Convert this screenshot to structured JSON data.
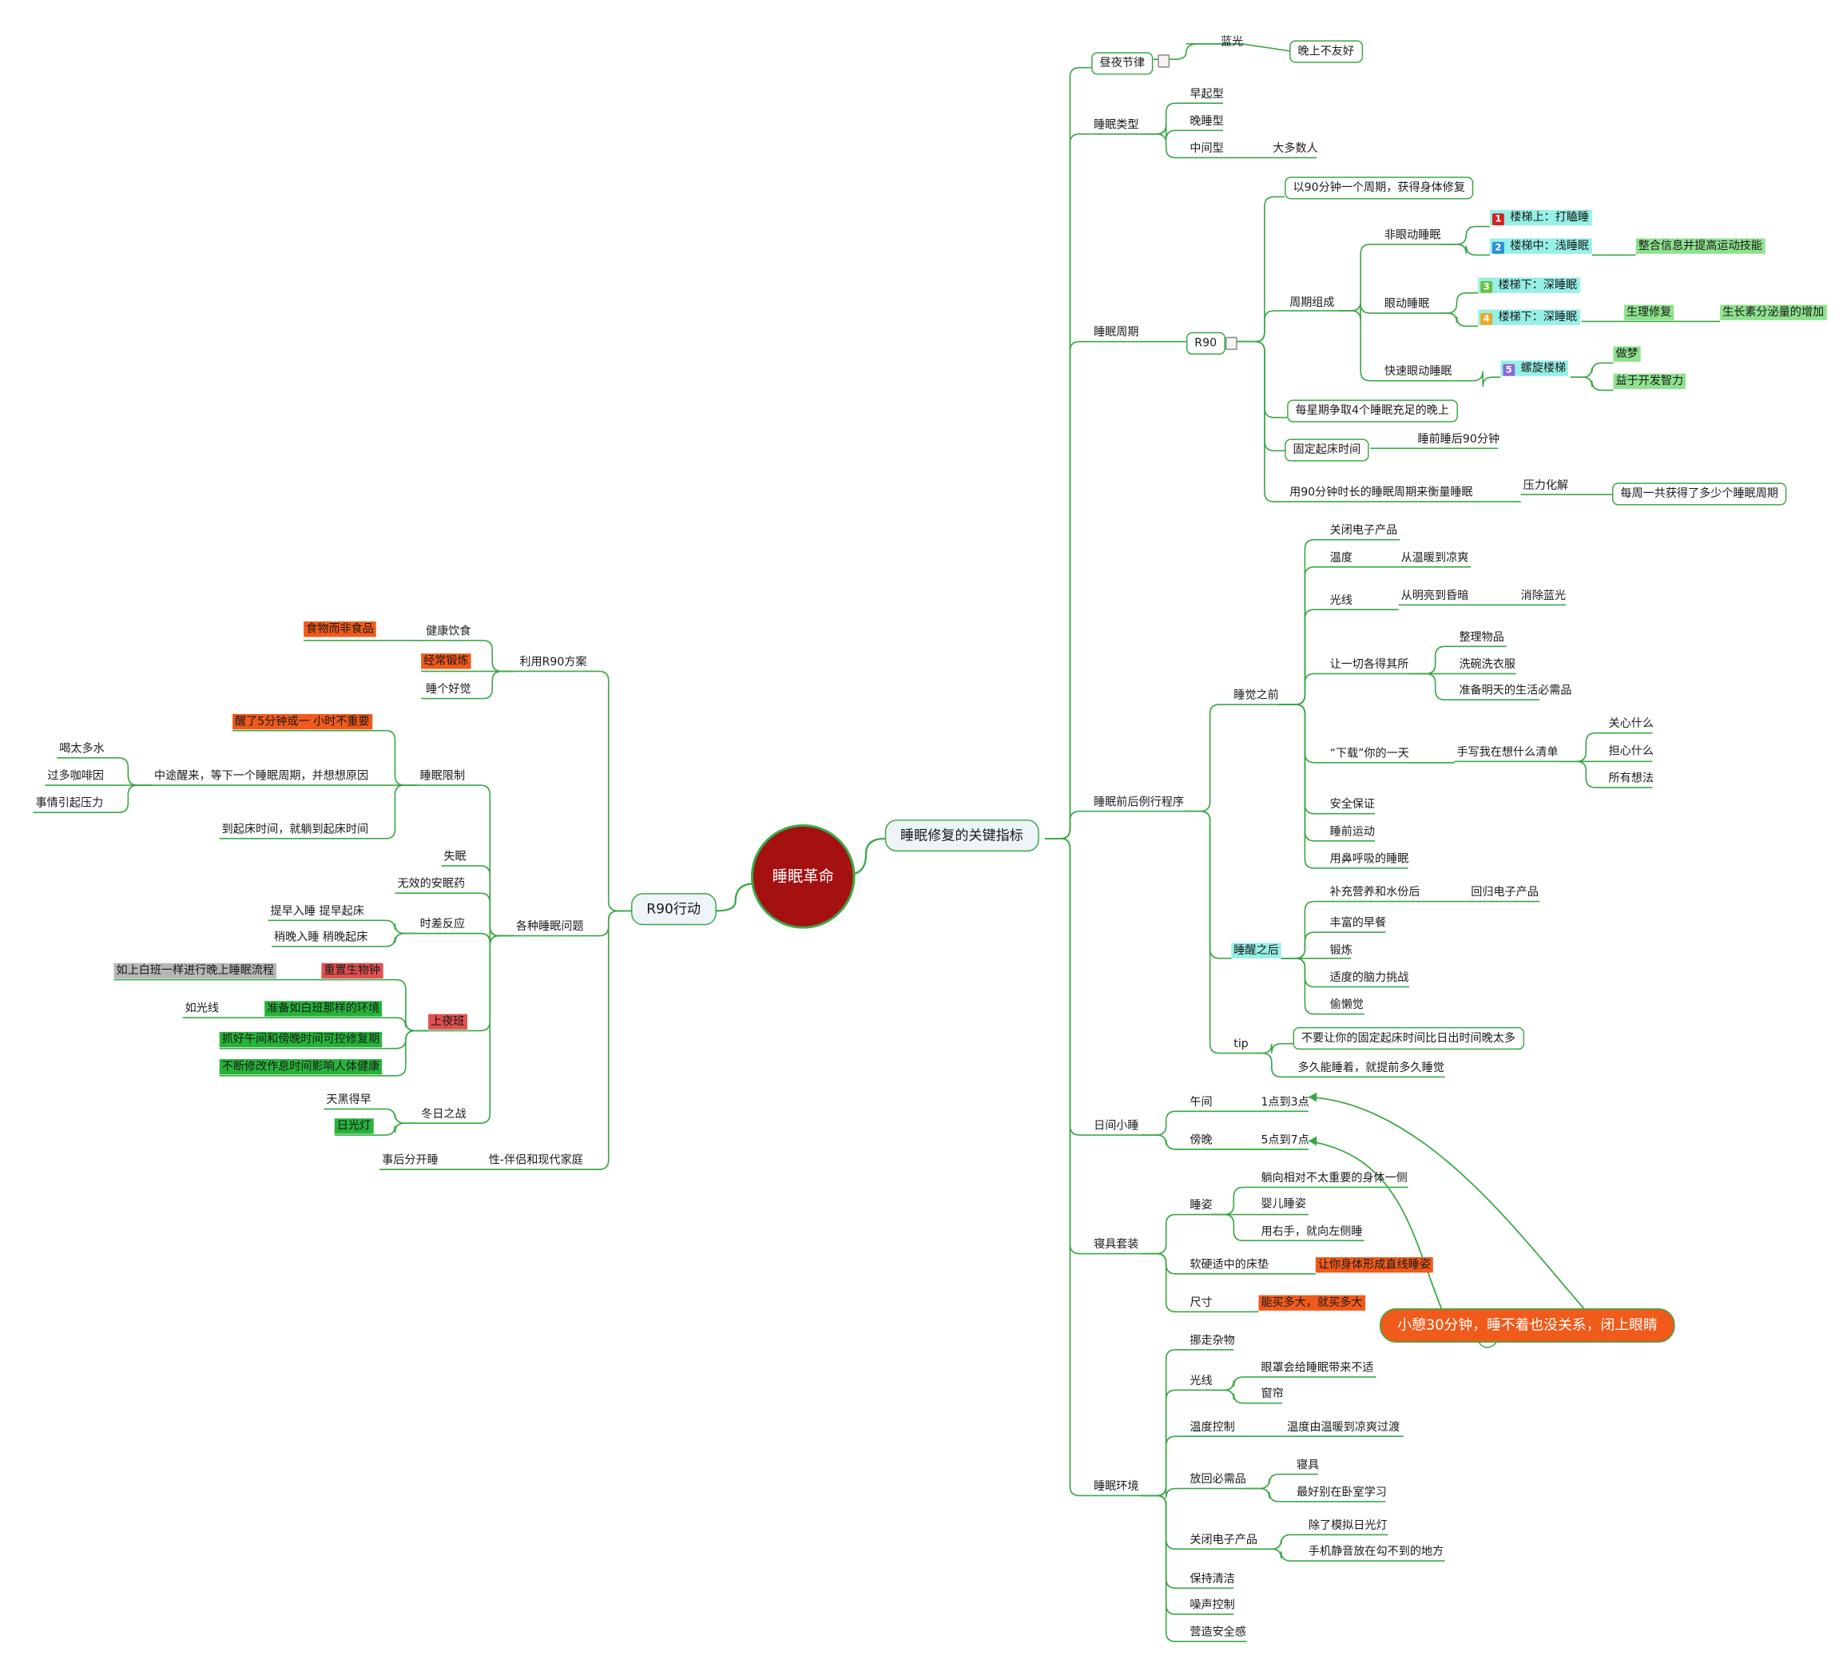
{
  "center": {
    "label": "睡眠革命"
  },
  "right_root": {
    "label": "睡眠修复的关键指标"
  },
  "left_root": {
    "label": "R90行动"
  },
  "callout": {
    "label": "小憩30分钟，睡不着也没关系，闭上眼睛"
  },
  "badges": {
    "b1": "1",
    "b2": "2",
    "b3": "3",
    "b4": "4",
    "b5": "5"
  },
  "nodes": {
    "r1": "昼夜节律",
    "r1a": "蓝光",
    "r1a1": "晚上不友好",
    "r2": "睡眠类型",
    "r2a": "早起型",
    "r2b": "晚睡型",
    "r2c": "中间型",
    "r2c1": "大多数人",
    "r3": "睡眠周期",
    "r3a": "R90",
    "r3a1": "以90分钟一个周期，获得身体修复",
    "r3a2": "周期组成",
    "r3a2a": "非眼动睡眠",
    "s1": "楼梯上：打瞌睡",
    "s2": "楼梯中：浅睡眠",
    "s2a": "整合信息并提高运动技能",
    "r3a2b": "眼动睡眠",
    "s3": "楼梯下：深睡眠",
    "s4": "楼梯下：深睡眠",
    "s4a": "生理修复",
    "s4a1": "生长素分泌量的增加",
    "r3a2c": "快速眼动睡眠",
    "s5": "螺旋楼梯",
    "s5a": "做梦",
    "s5b": "益于开发智力",
    "r3a3": "每星期争取4个睡眠充足的晚上",
    "r3a4": "固定起床时间",
    "r3a4a": "睡前睡后90分钟",
    "r3a5": "用90分钟时长的睡眠周期来衡量睡眠",
    "r3a5a": "压力化解",
    "r3a5a1": "每周一共获得了多少个睡眠周期",
    "r4": "睡眠前后例行程序",
    "r4a": "睡觉之前",
    "r4a1": "关闭电子产品",
    "r4a2": "温度",
    "r4a2a": "从温暖到凉爽",
    "r4a3": "光线",
    "r4a3a": "从明亮到昏暗",
    "r4a3a1": "消除蓝光",
    "r4a4": "让一切各得其所",
    "r4a4a": "整理物品",
    "r4a4b": "洗碗洗衣服",
    "r4a4c": "准备明天的生活必需品",
    "r4a5": "“下载”你的一天",
    "r4a5a": "手写我在想什么清单",
    "r4a5a1": "关心什么",
    "r4a5a2": "担心什么",
    "r4a5a3": "所有想法",
    "r4a6": "安全保证",
    "r4a7": "睡前运动",
    "r4a8": "用鼻呼吸的睡眠",
    "r4b": "睡醒之后",
    "r4b1": "补充营养和水份后",
    "r4b1a": "回归电子产品",
    "r4b2": "丰富的早餐",
    "r4b3": "锻炼",
    "r4b4": "适度的脑力挑战",
    "r4b5": "偷懒觉",
    "r4c": "tip",
    "r4c1": "不要让你的固定起床时间比日出时间晚太多",
    "r4c2": "多久能睡着，就提前多久睡觉",
    "r5": "日间小睡",
    "r5a": "午间",
    "r5a1": "1点到3点",
    "r5b": "傍晚",
    "r5b1": "5点到7点",
    "r6": "寝具套装",
    "r6a": "睡姿",
    "r6a1": "躺向相对不太重要的身体一侧",
    "r6a2": "婴儿睡姿",
    "r6a3": "用右手，就向左侧睡",
    "r6b": "软硬适中的床垫",
    "r6b1": "让你身体形成直线睡姿",
    "r6c": "尺寸",
    "r6c1": "能买多大，就买多大",
    "r7": "睡眠环境",
    "r7a": "挪走杂物",
    "r7b": "光线",
    "r7b1": "眼罩会给睡眠带来不适",
    "r7b2": "窗帘",
    "r7c": "温度控制",
    "r7c1": "温度由温暖到凉爽过渡",
    "r7d": "放回必需品",
    "r7d1": "寝具",
    "r7d2": "最好别在卧室学习",
    "r7e": "关闭电子产品",
    "r7e1": "除了模拟日光灯",
    "r7e2": "手机静音放在勾不到的地方",
    "r7f": "保持清洁",
    "r7g": "噪声控制",
    "r7h": "营造安全感",
    "l1": "利用R90方案",
    "l1a": "健康饮食",
    "l1a1": "食物而非食品",
    "l1b": "经常锻炼",
    "l1c": "睡个好觉",
    "l2": "各种睡眠问题",
    "l2a": "睡眠限制",
    "l2a1": "醒了5分钟或一 小时不重要",
    "l2a2": "中途醒来，等下一个睡眠周期，并想想原因",
    "l2a2a": "喝太多水",
    "l2a2b": "过多咖啡因",
    "l2a2c": "事情引起压力",
    "l2a3": "到起床时间，就躺到起床时间",
    "l2b": "失眠",
    "l2c": "无效的安眠药",
    "l2d": "时差反应",
    "l2d1": "提早入睡   提早起床",
    "l2d2": "稍晚入睡   稍晚起床",
    "l2e": "上夜班",
    "l2e1": "重置生物钟",
    "l2e1a": "如上白班一样进行晚上睡眠流程",
    "l2e2": "准备如白班那样的环境",
    "l2e2a": "如光线",
    "l2e3": "抓好午间和傍晚时间可控修复期",
    "l2e4": "不断修改作息时间影响人体健康",
    "l2f": "冬日之战",
    "l2f1": "天黑得早",
    "l2f2": "日光灯",
    "l3": "性-伴侣和现代家庭",
    "l3a": "事后分开睡"
  }
}
